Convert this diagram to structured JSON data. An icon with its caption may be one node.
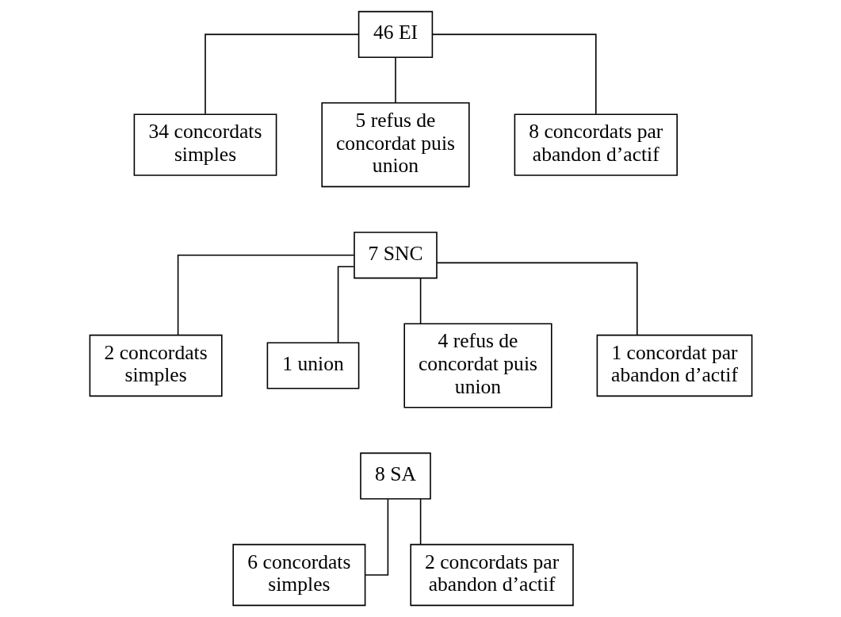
{
  "diagram": {
    "nodes": [
      {
        "text": [
          "46 EI"
        ]
      },
      {
        "text": [
          "34 concordats simples"
        ]
      },
      {
        "text": [
          "5 refus de concordat puis union"
        ]
      },
      {
        "text": [
          "8 concordats par abandon d’actif"
        ]
      },
      {
        "text": [
          "7 SNC"
        ]
      },
      {
        "text": [
          "2 concordats simples"
        ]
      },
      {
        "text": [
          "1 union"
        ]
      },
      {
        "text": [
          "4 refus de concordat puis union"
        ]
      },
      {
        "text": [
          "1 concordat par abandon d’actif"
        ]
      },
      {
        "text": [
          "8 SA"
        ]
      },
      {
        "text": [
          "6 concordats simples"
        ]
      },
      {
        "text": [
          "2 concordats par abandon d’actif"
        ]
      }
    ],
    "edges": [
      {
        "from": 0,
        "to": 1,
        "arrow": "none"
      },
      {
        "from": 0,
        "to": 2,
        "arrow": "none"
      },
      {
        "from": 0,
        "to": 3,
        "arrow": "none"
      },
      {
        "from": 4,
        "to": 5,
        "arrow": "none"
      },
      {
        "from": 4,
        "to": 6,
        "arrow": "none"
      },
      {
        "from": 4,
        "to": 7,
        "arrow": "none"
      },
      {
        "from": 4,
        "to": 8,
        "arrow": "none"
      },
      {
        "from": 9,
        "to": 10,
        "arrow": "none"
      },
      {
        "from": 9,
        "to": 11,
        "arrow": "none"
      }
    ]
  }
}
